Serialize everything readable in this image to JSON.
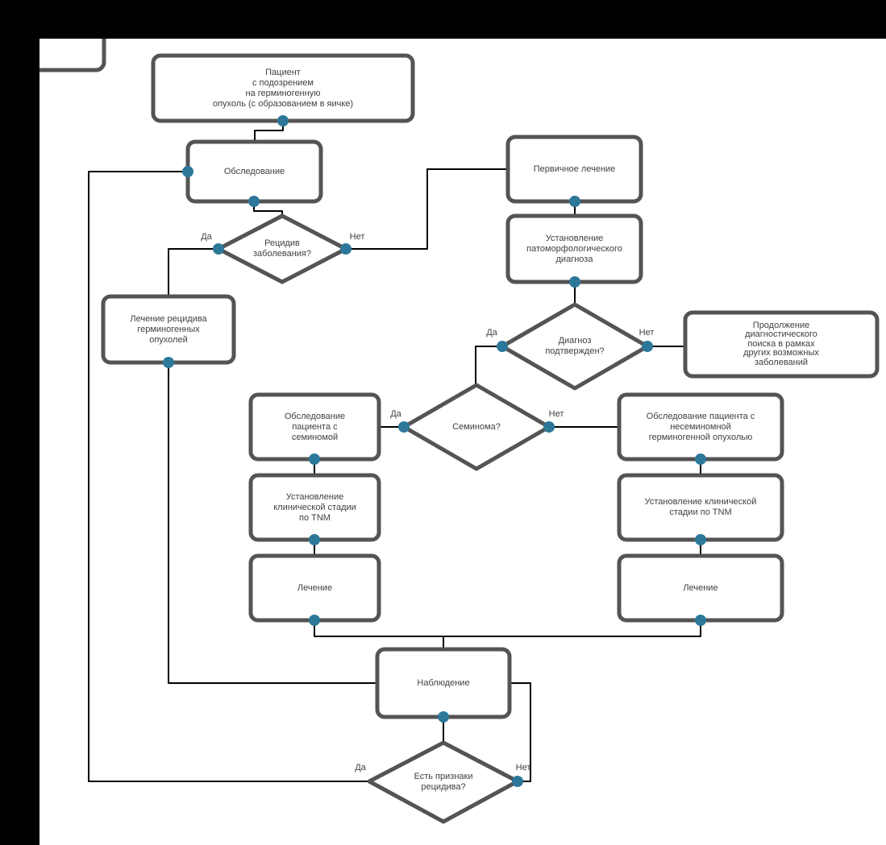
{
  "diagram": {
    "title_hint": "Flowchart: germ cell tumor diagnosis and treatment pathway",
    "colors": {
      "background": "#ffffff",
      "letterbox_bars": "#000000",
      "node_border": "#545454",
      "node_fill": "#ffffff",
      "connector": "#000000",
      "connection_dot": "#2d7899",
      "text": "#404040"
    },
    "nodes": {
      "patient": {
        "label": "Пациент\nс подозрением\nна герминогенную\nопухоль (с образованием в яичке)"
      },
      "examination": {
        "label": "Обследование"
      },
      "relapse_question": {
        "label": "Рецидив\nзаболевания?"
      },
      "relapse_treatment": {
        "label": "Лечение рецидива\nгерминогенных\nопухолей"
      },
      "primary_treatment": {
        "label": "Первичное лечение"
      },
      "pathomorphology": {
        "label": "Установление\nпатоморфологического\nдиагноза"
      },
      "diagnosis_confirmed_question": {
        "label": "Диагноз\nподтвержден?"
      },
      "continue_search": {
        "label": "Продолжение\nдиагностического\nпоиска в рамках\nдругих возможных\nзаболеваний"
      },
      "seminoma_question": {
        "label": "Семинома?"
      },
      "seminoma_exam": {
        "label": "Обследование\nпациента с\nсеминомой"
      },
      "seminoma_tnm": {
        "label": "Установление\nклинической стадии\nпо TNM"
      },
      "seminoma_treatment": {
        "label": "Лечение"
      },
      "nonseminoma_exam": {
        "label": "Обследование пациента с\nнесеминомной\nгерминогенной опухолью"
      },
      "nonseminoma_tnm": {
        "label": "Установление клинической\nстадии по TNM"
      },
      "nonseminoma_treatment": {
        "label": "Лечение"
      },
      "observation": {
        "label": "Наблюдение"
      },
      "relapse_signs_question": {
        "label": "Есть признаки\nрецидива?"
      }
    },
    "edge_labels": {
      "relapse_yes": "Да",
      "relapse_no": "Нет",
      "diagnosis_yes": "Да",
      "diagnosis_no": "Нет",
      "seminoma_yes": "Да",
      "seminoma_no": "Нет",
      "signs_yes": "Да",
      "signs_no": "Нет"
    }
  }
}
